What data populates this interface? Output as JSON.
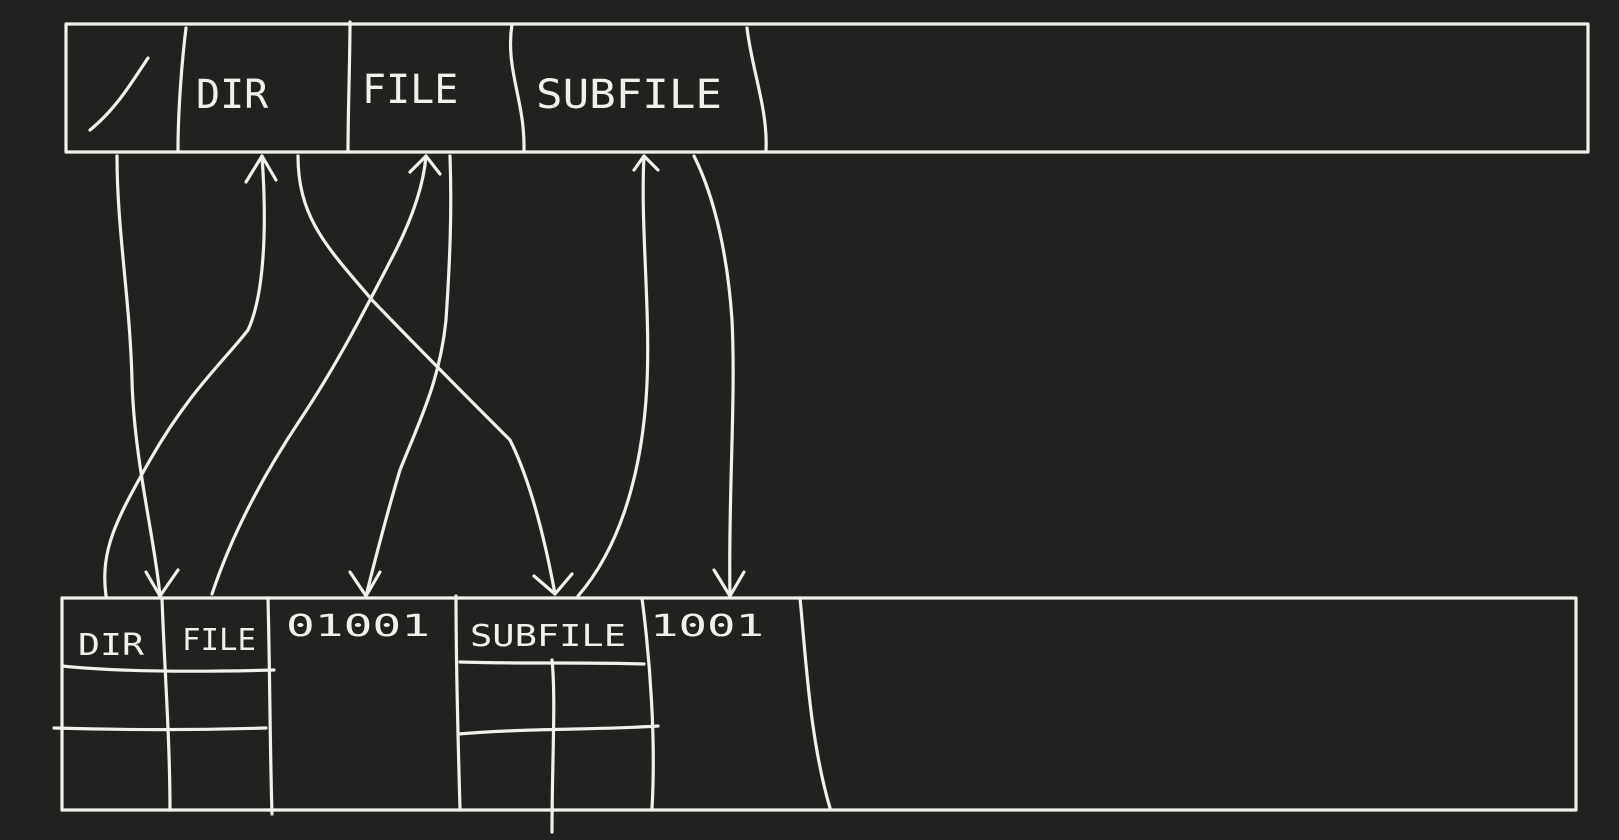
{
  "top_row": {
    "cells": [
      {
        "label": "/"
      },
      {
        "label": "DIR"
      },
      {
        "label": "FILE"
      },
      {
        "label": "SUBFILE"
      }
    ]
  },
  "bottom_row": {
    "headers": [
      {
        "label": "DIR"
      },
      {
        "label": "FILE"
      },
      {
        "label": "01001"
      },
      {
        "label": "SUBFILE"
      },
      {
        "label": "1001"
      }
    ]
  },
  "colors": {
    "background": "#222120",
    "ink": "#f2f0eb"
  }
}
